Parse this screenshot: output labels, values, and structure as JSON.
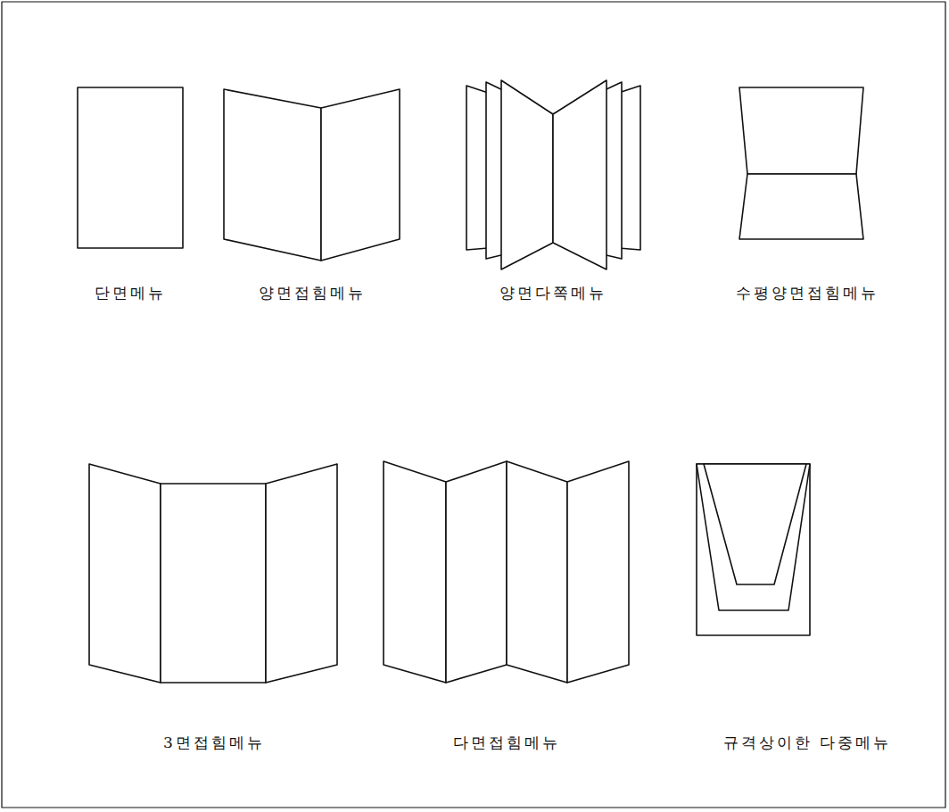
{
  "diagram": {
    "labels": [
      "단면메뉴",
      "양면접힘메뉴",
      "양면다쪽메뉴",
      "수평양면접힘메뉴",
      "3면접힘메뉴",
      "다면접힘메뉴",
      "규격상이한 다중메뉴"
    ]
  }
}
